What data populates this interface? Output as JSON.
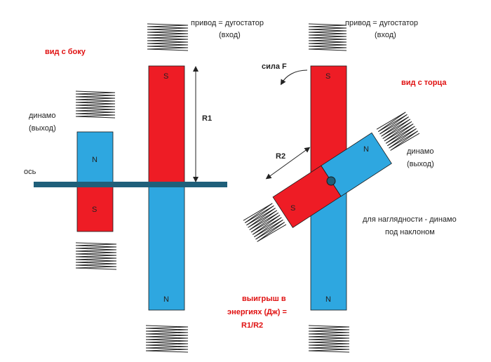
{
  "colors": {
    "north_pole": "#2ea7e0",
    "south_pole": "#ee1c25",
    "axis": "#1f5f7a",
    "highlight_text": "#e01010"
  },
  "labels": {
    "drive_left": [
      "привод = дугостатор",
      "(вход)"
    ],
    "drive_right": [
      "привод = дугостатор",
      "(вход)"
    ],
    "side_view": "вид с боку",
    "end_view": "вид с торца",
    "dynamo_left": [
      "динамо",
      "(выход)"
    ],
    "dynamo_right": [
      "динамо",
      "(выход)"
    ],
    "axis": "ось",
    "force": "сила F",
    "r1": "R1",
    "r2": "R2",
    "tilt_note": [
      "для наглядности - динамо",
      "под наклоном"
    ],
    "energy_gain": [
      "выигрыш в",
      "энергиях (Дж) =",
      "R1/R2"
    ]
  },
  "poles": {
    "north": "N",
    "south": "S"
  }
}
